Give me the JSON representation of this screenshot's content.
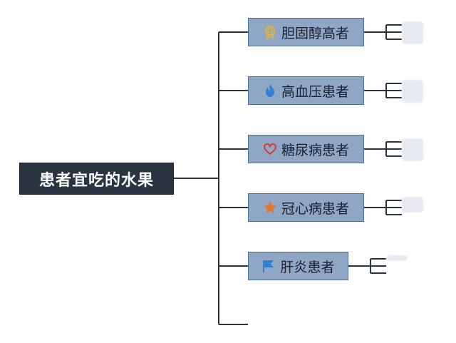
{
  "root": {
    "label": "患者宜吃的水果"
  },
  "branches": [
    {
      "label": "胆固醇高者",
      "icon": "award-icon",
      "icon_color": "#e6b437"
    },
    {
      "label": "高血压患者",
      "icon": "flame-icon",
      "icon_color": "#2f7fd6"
    },
    {
      "label": "糖尿病患者",
      "icon": "heart-icon",
      "icon_color": "#d63a3a"
    },
    {
      "label": "冠心病患者",
      "icon": "star-icon",
      "icon_color": "#e3752b"
    },
    {
      "label": "肝炎患者",
      "icon": "flag-icon",
      "icon_color": "#2f7fd6"
    }
  ],
  "colors": {
    "line": "#2a3340",
    "root_bg": "#2a3340",
    "node_bg": "#8fa6c5",
    "node_border": "#4e6d96"
  }
}
